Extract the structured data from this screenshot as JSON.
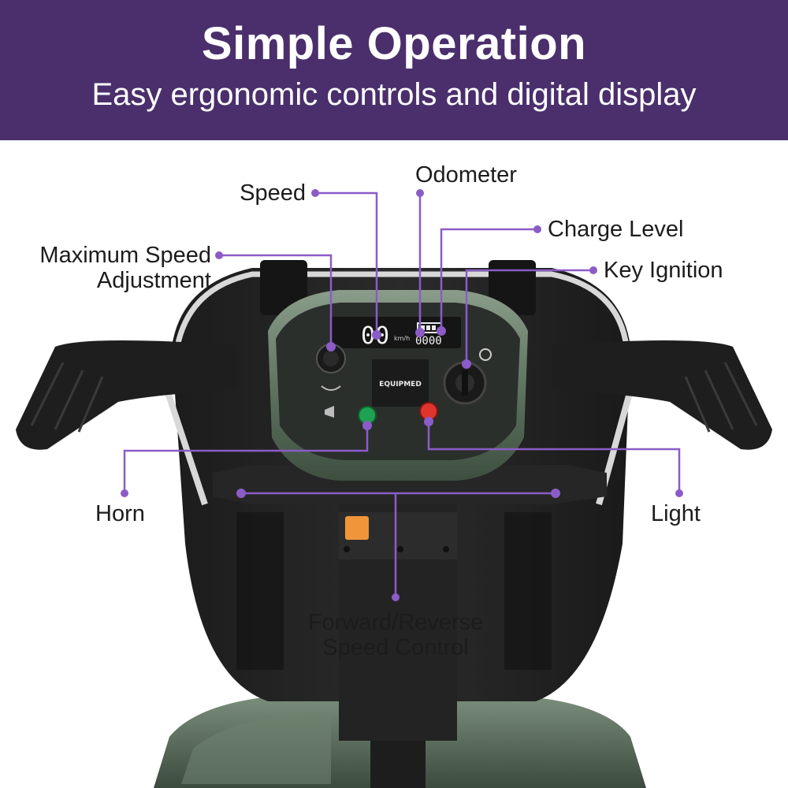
{
  "header": {
    "title": "Simple Operation",
    "subtitle": "Easy ergonomic controls and digital display"
  },
  "product": {
    "brand_mark": "EQUIPMED",
    "display_speed": "00",
    "display_unit": "km/h",
    "display_odometer": "0000"
  },
  "callouts": {
    "speed": "Speed",
    "odometer": "Odometer",
    "charge_level": "Charge Level",
    "max_speed_line1": "Maximum Speed",
    "max_speed_line2": "Adjustment",
    "key_ignition": "Key Ignition",
    "horn": "Horn",
    "light": "Light",
    "forward_reverse_line1": "Forward/Reverse",
    "forward_reverse_line2": "Speed Control"
  },
  "colors": {
    "banner": "#4a2f6c",
    "callout_line": "#8b5cc7",
    "body_green": "#5f7560",
    "horn_button": "#1fa152",
    "light_button": "#e0342c",
    "paddle": "#f0963a"
  }
}
